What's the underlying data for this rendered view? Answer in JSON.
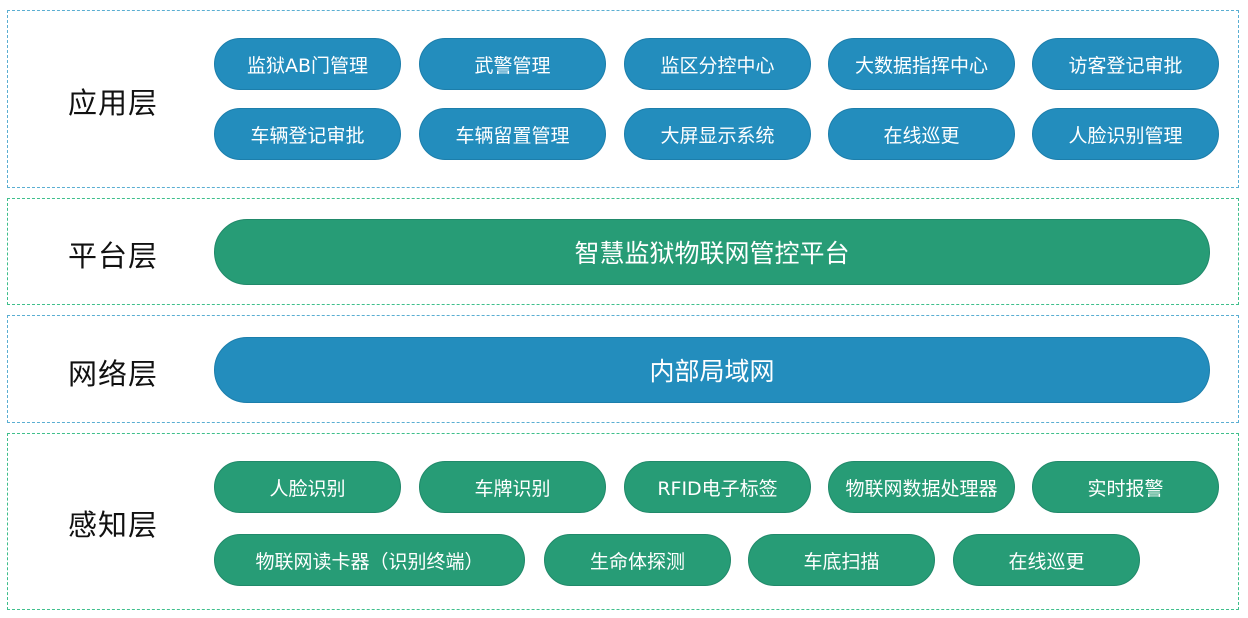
{
  "colors": {
    "blue": "#238dbd",
    "green": "#279c76"
  },
  "layers": {
    "application": {
      "title": "应用层",
      "items": [
        "监狱AB门管理",
        "武警管理",
        "监区分控中心",
        "大数据指挥中心",
        "访客登记审批",
        "车辆登记审批",
        "车辆留置管理",
        "大屏显示系统",
        "在线巡更",
        "人脸识别管理"
      ]
    },
    "platform": {
      "title": "平台层",
      "item": "智慧监狱物联网管控平台"
    },
    "network": {
      "title": "网络层",
      "item": "内部局域网"
    },
    "perception": {
      "title": "感知层",
      "items": [
        "人脸识别",
        "车牌识别",
        "RFID电子标签",
        "物联网数据处理器",
        "实时报警",
        "物联网读卡器（识别终端）",
        "生命体探测",
        "车底扫描",
        "在线巡更"
      ]
    }
  }
}
